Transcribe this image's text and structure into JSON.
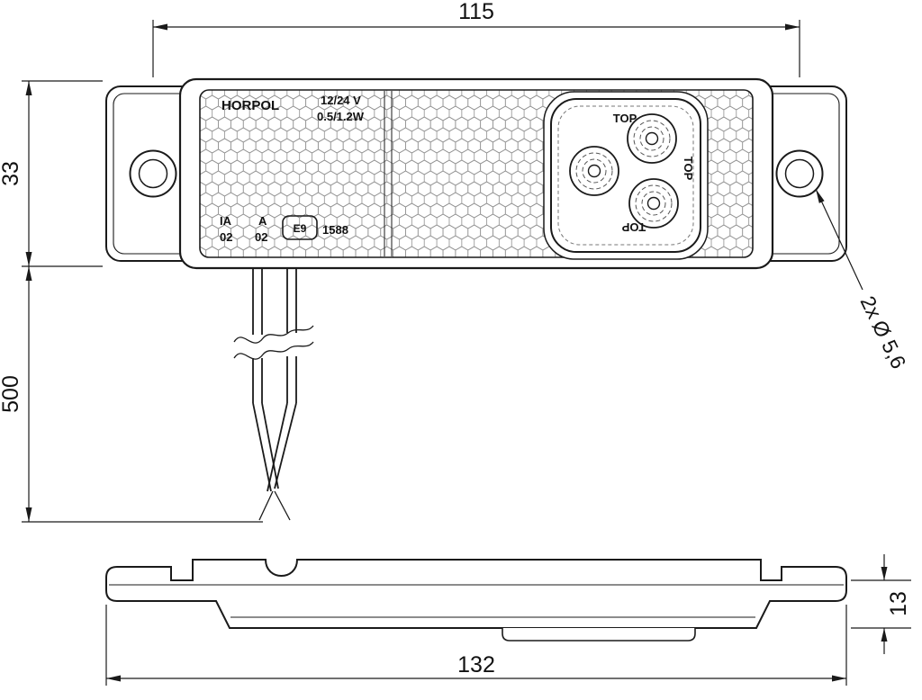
{
  "style": {
    "ink": "#1a1a1a",
    "pattern_gray": "#909090"
  },
  "dimensions": {
    "hole_spacing": "115",
    "body_height": "33",
    "wire_length": "500",
    "overall_width": "132",
    "profile_height": "13",
    "hole_count": "2x",
    "hole_diameter": "Ø 5,6"
  },
  "lamp_markings": {
    "brand": "HORPOL",
    "voltage": "12/24 V",
    "power": "0.5/1.2W",
    "orientation_label": "TOP",
    "homologation": {
      "r1c1": "IA",
      "r1c2": "A",
      "r2c1": "02",
      "r2c2": "02",
      "e_mark": "E9",
      "number": "1588"
    }
  }
}
